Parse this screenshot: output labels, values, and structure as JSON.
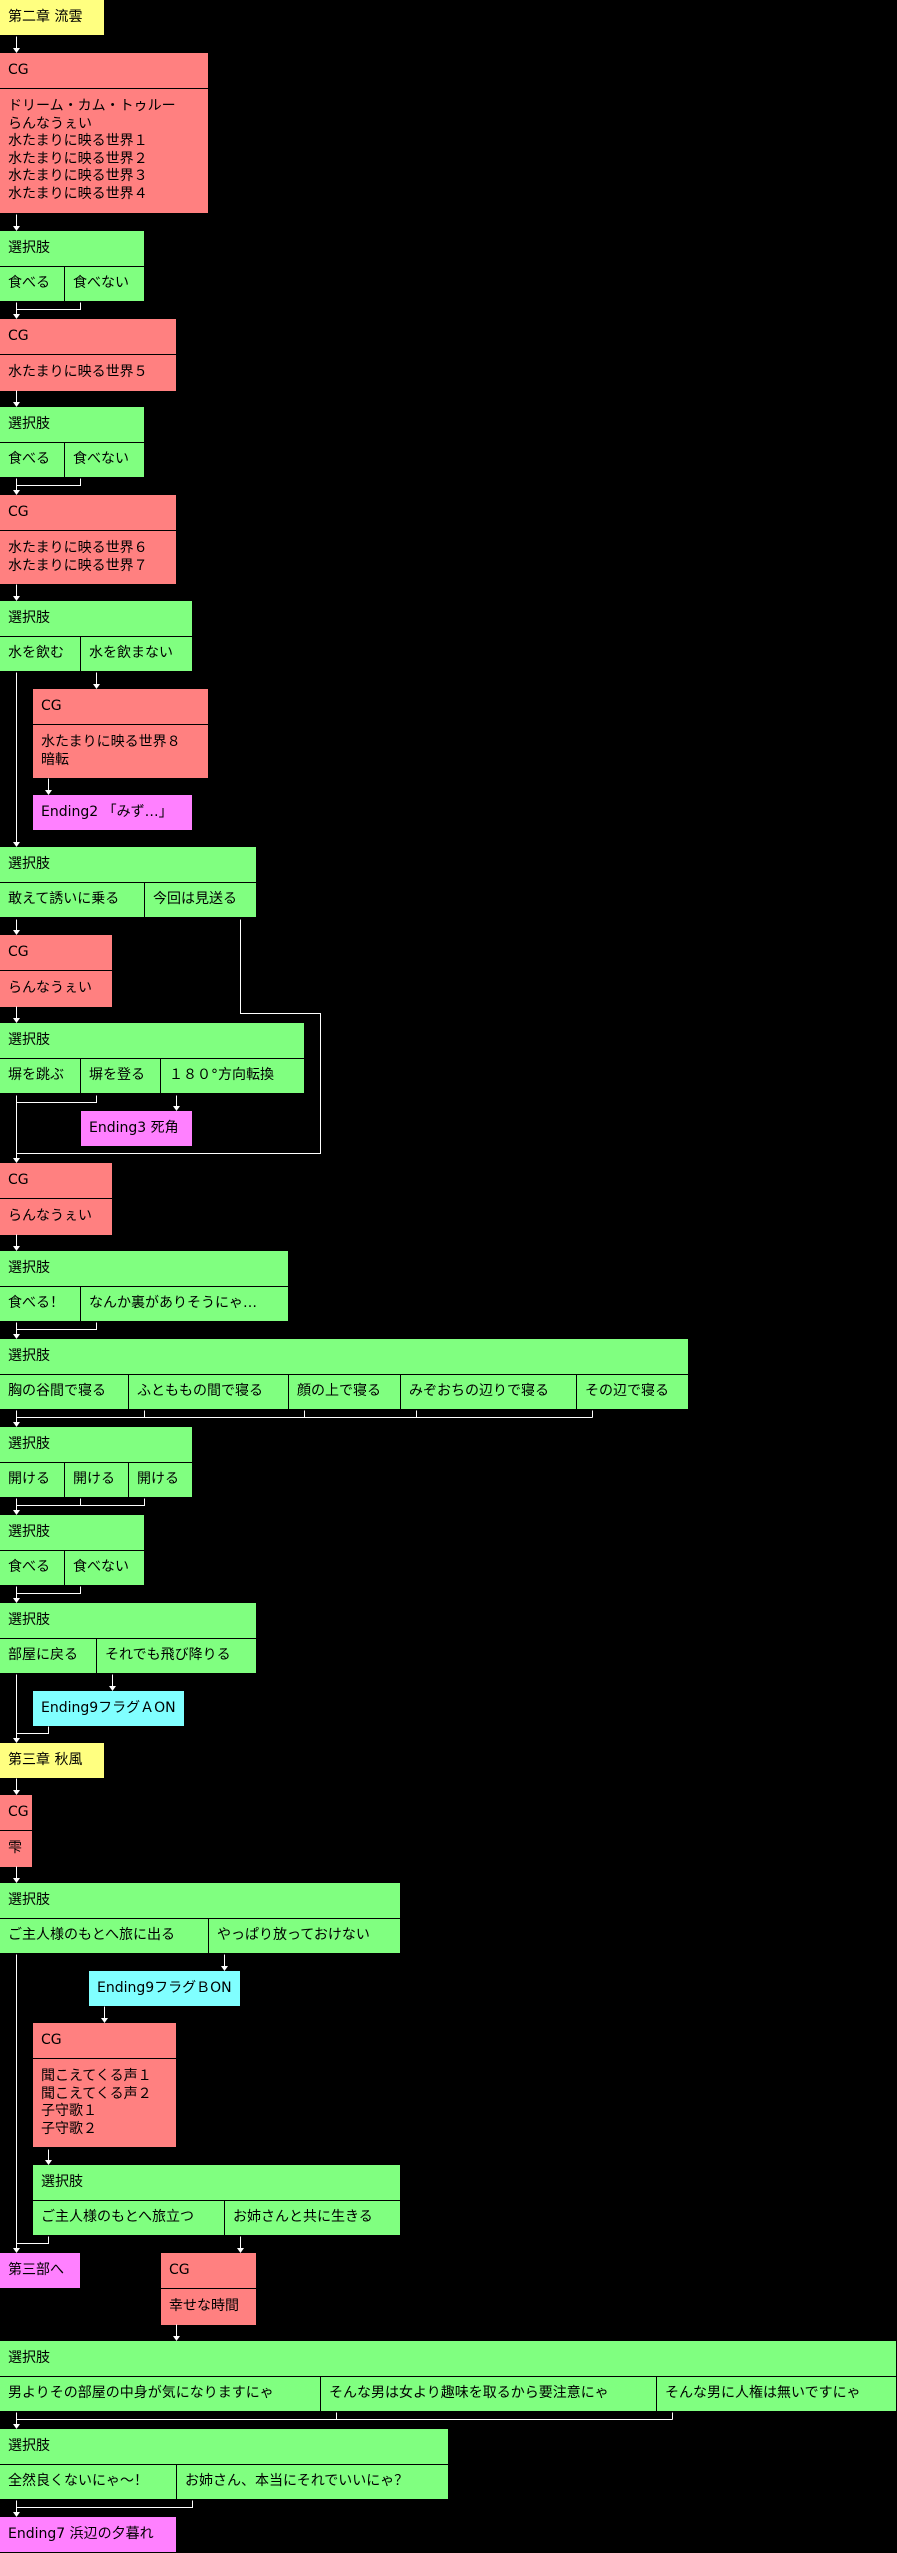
{
  "colors": {
    "chapter": "#ffff80",
    "cg": "#ff8080",
    "choice": "#80ff80",
    "ending": "#ff80ff",
    "flag": "#80ffff",
    "line": "#ffffff"
  },
  "nodes": [
    {
      "kind": "chapter",
      "label": "第二章 流雲"
    },
    {
      "kind": "cg",
      "label": "CG",
      "lines": [
        "ドリーム・カム・トゥルー",
        "らんなうぇい",
        "水たまりに映る世界１",
        "水たまりに映る世界２",
        "水たまりに映る世界３",
        "水たまりに映る世界４"
      ]
    },
    {
      "kind": "choice",
      "label": "選択肢",
      "options": [
        "食べる",
        "食べない"
      ]
    },
    {
      "kind": "cg",
      "label": "CG",
      "lines": [
        "水たまりに映る世界５"
      ]
    },
    {
      "kind": "choice",
      "label": "選択肢",
      "options": [
        "食べる",
        "食べない"
      ]
    },
    {
      "kind": "cg",
      "label": "CG",
      "lines": [
        "水たまりに映る世界６",
        "水たまりに映る世界７"
      ]
    },
    {
      "kind": "choice",
      "label": "選択肢",
      "options": [
        "水を飲む",
        "水を飲まない"
      ]
    },
    {
      "kind": "cg",
      "label": "CG",
      "lines": [
        "水たまりに映る世界８",
        "暗転"
      ]
    },
    {
      "kind": "ending",
      "label": "Ending2 「みず…」"
    },
    {
      "kind": "choice",
      "label": "選択肢",
      "options": [
        "敢えて誘いに乗る",
        "今回は見送る"
      ]
    },
    {
      "kind": "cg",
      "label": "CG",
      "lines": [
        "らんなうぇい"
      ]
    },
    {
      "kind": "choice",
      "label": "選択肢",
      "options": [
        "塀を跳ぶ",
        "塀を登る",
        "１８０°方向転換"
      ]
    },
    {
      "kind": "ending",
      "label": "Ending3 死角"
    },
    {
      "kind": "cg",
      "label": "CG",
      "lines": [
        "らんなうぇい"
      ]
    },
    {
      "kind": "choice",
      "label": "選択肢",
      "options": [
        "食べる！",
        "なんか裏がありそうにゃ…"
      ]
    },
    {
      "kind": "choice",
      "label": "選択肢",
      "options": [
        "胸の谷間で寝る",
        "ふとももの間で寝る",
        "顔の上で寝る",
        "みぞおちの辺りで寝る",
        "その辺で寝る"
      ]
    },
    {
      "kind": "choice",
      "label": "選択肢",
      "options": [
        "開ける",
        "開ける",
        "開ける"
      ]
    },
    {
      "kind": "choice",
      "label": "選択肢",
      "options": [
        "食べる",
        "食べない"
      ]
    },
    {
      "kind": "choice",
      "label": "選択肢",
      "options": [
        "部屋に戻る",
        "それでも飛び降りる"
      ]
    },
    {
      "kind": "flag",
      "label": "Ending9フラグＡON"
    },
    {
      "kind": "chapter",
      "label": "第三章 秋風"
    },
    {
      "kind": "cg",
      "label": "CG",
      "lines": [
        "雫"
      ]
    },
    {
      "kind": "choice",
      "label": "選択肢",
      "options": [
        "ご主人様のもとへ旅に出る",
        "やっぱり放っておけない"
      ]
    },
    {
      "kind": "flag",
      "label": "Ending9フラグＢON"
    },
    {
      "kind": "cg",
      "label": "CG",
      "lines": [
        "聞こえてくる声１",
        "聞こえてくる声２",
        "子守歌１",
        "子守歌２"
      ]
    },
    {
      "kind": "choice",
      "label": "選択肢",
      "options": [
        "ご主人様のもとへ旅立つ",
        "お姉さんと共に生きる"
      ]
    },
    {
      "kind": "ending",
      "label": "第三部へ"
    },
    {
      "kind": "cg",
      "label": "CG",
      "lines": [
        "幸せな時間"
      ]
    },
    {
      "kind": "choice",
      "label": "選択肢",
      "options": [
        "男よりその部屋の中身が気になりますにゃ",
        "そんな男は女より趣味を取るから要注意にゃ",
        "そんな男に人権は無いですにゃ"
      ]
    },
    {
      "kind": "choice",
      "label": "選択肢",
      "options": [
        "全然良くないにゃ〜！",
        "お姉さん、本当にそれでいいにゃ？"
      ]
    },
    {
      "kind": "ending",
      "label": "Ending7 浜辺の夕暮れ"
    }
  ]
}
